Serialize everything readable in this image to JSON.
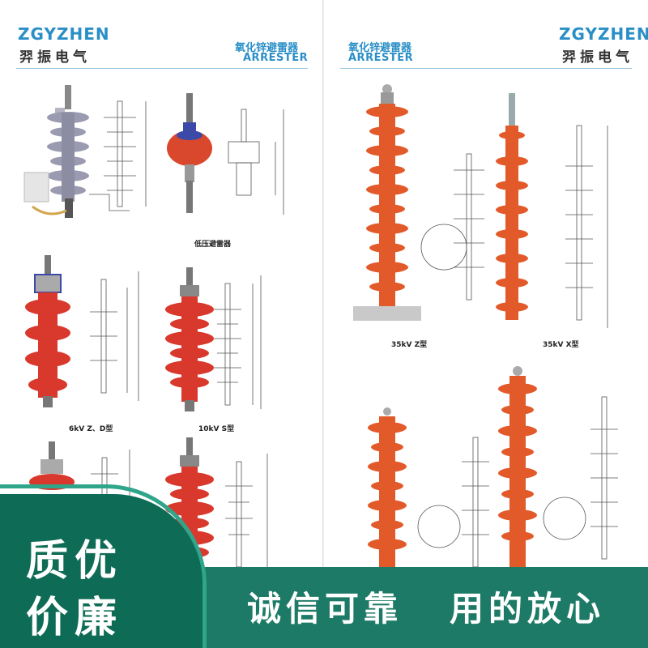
{
  "left_page": {
    "brand_en": "ZGYZHEN",
    "brand_cn": "羿振电气",
    "product_cn": "氧化锌避雷器",
    "product_en": "ARRESTER",
    "captions": [
      "低压避雷器",
      "6kV Z、D型",
      "10kV S型"
    ]
  },
  "right_page": {
    "brand_en": "ZGYZHEN",
    "brand_cn": "羿振电气",
    "product_cn": "氧化锌避雷器",
    "product_en": "ARRESTER",
    "captions": [
      "35kV Z型",
      "35kV X型"
    ]
  },
  "badge": {
    "line1": "质优",
    "line2": "价廉"
  },
  "footer": {
    "slogan1": "诚信可靠",
    "slogan2": "用的放心"
  },
  "colors": {
    "brand_blue": "#2a8fc7",
    "arrester_red": "#d9382c",
    "arrester_orange": "#e35a2a",
    "footer_green": "#1d7a66",
    "badge_green": "#0e6b55"
  }
}
